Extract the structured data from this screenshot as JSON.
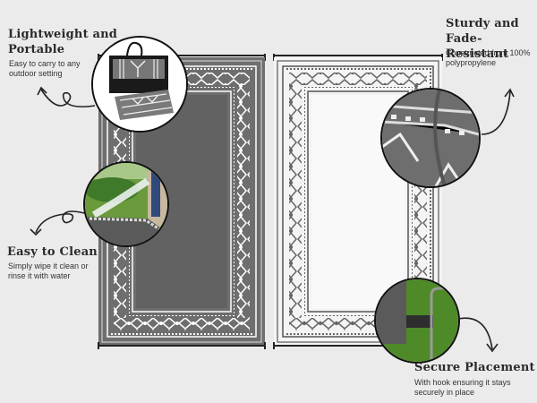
{
  "features": [
    {
      "id": "lightweight",
      "title_line1": "Lightweight and",
      "title_line2": "Portable",
      "desc_line1": "Easy to carry to any",
      "desc_line2": "outdoor setting"
    },
    {
      "id": "sturdy",
      "title_line1": "Sturdy and",
      "title_line2": "Fade-Resistant",
      "desc_line1": "Constructed from 100%",
      "desc_line2": "polypropylene"
    },
    {
      "id": "clean",
      "title_line1": "Easy to Clean",
      "desc_line1": "Simply wipe it clean or",
      "desc_line2": "rinse it with water"
    },
    {
      "id": "secure",
      "title_line1": "Secure Placement",
      "desc_line1": "With hook ensuring it stays",
      "desc_line2": "securely in place"
    }
  ],
  "colors": {
    "background": "#ebebeb",
    "rug_dark": "#6b6b6b",
    "rug_light": "#f2f2f2",
    "pattern_white": "#ffffff",
    "pattern_gray": "#666666",
    "grass": "#4f8a2a"
  }
}
